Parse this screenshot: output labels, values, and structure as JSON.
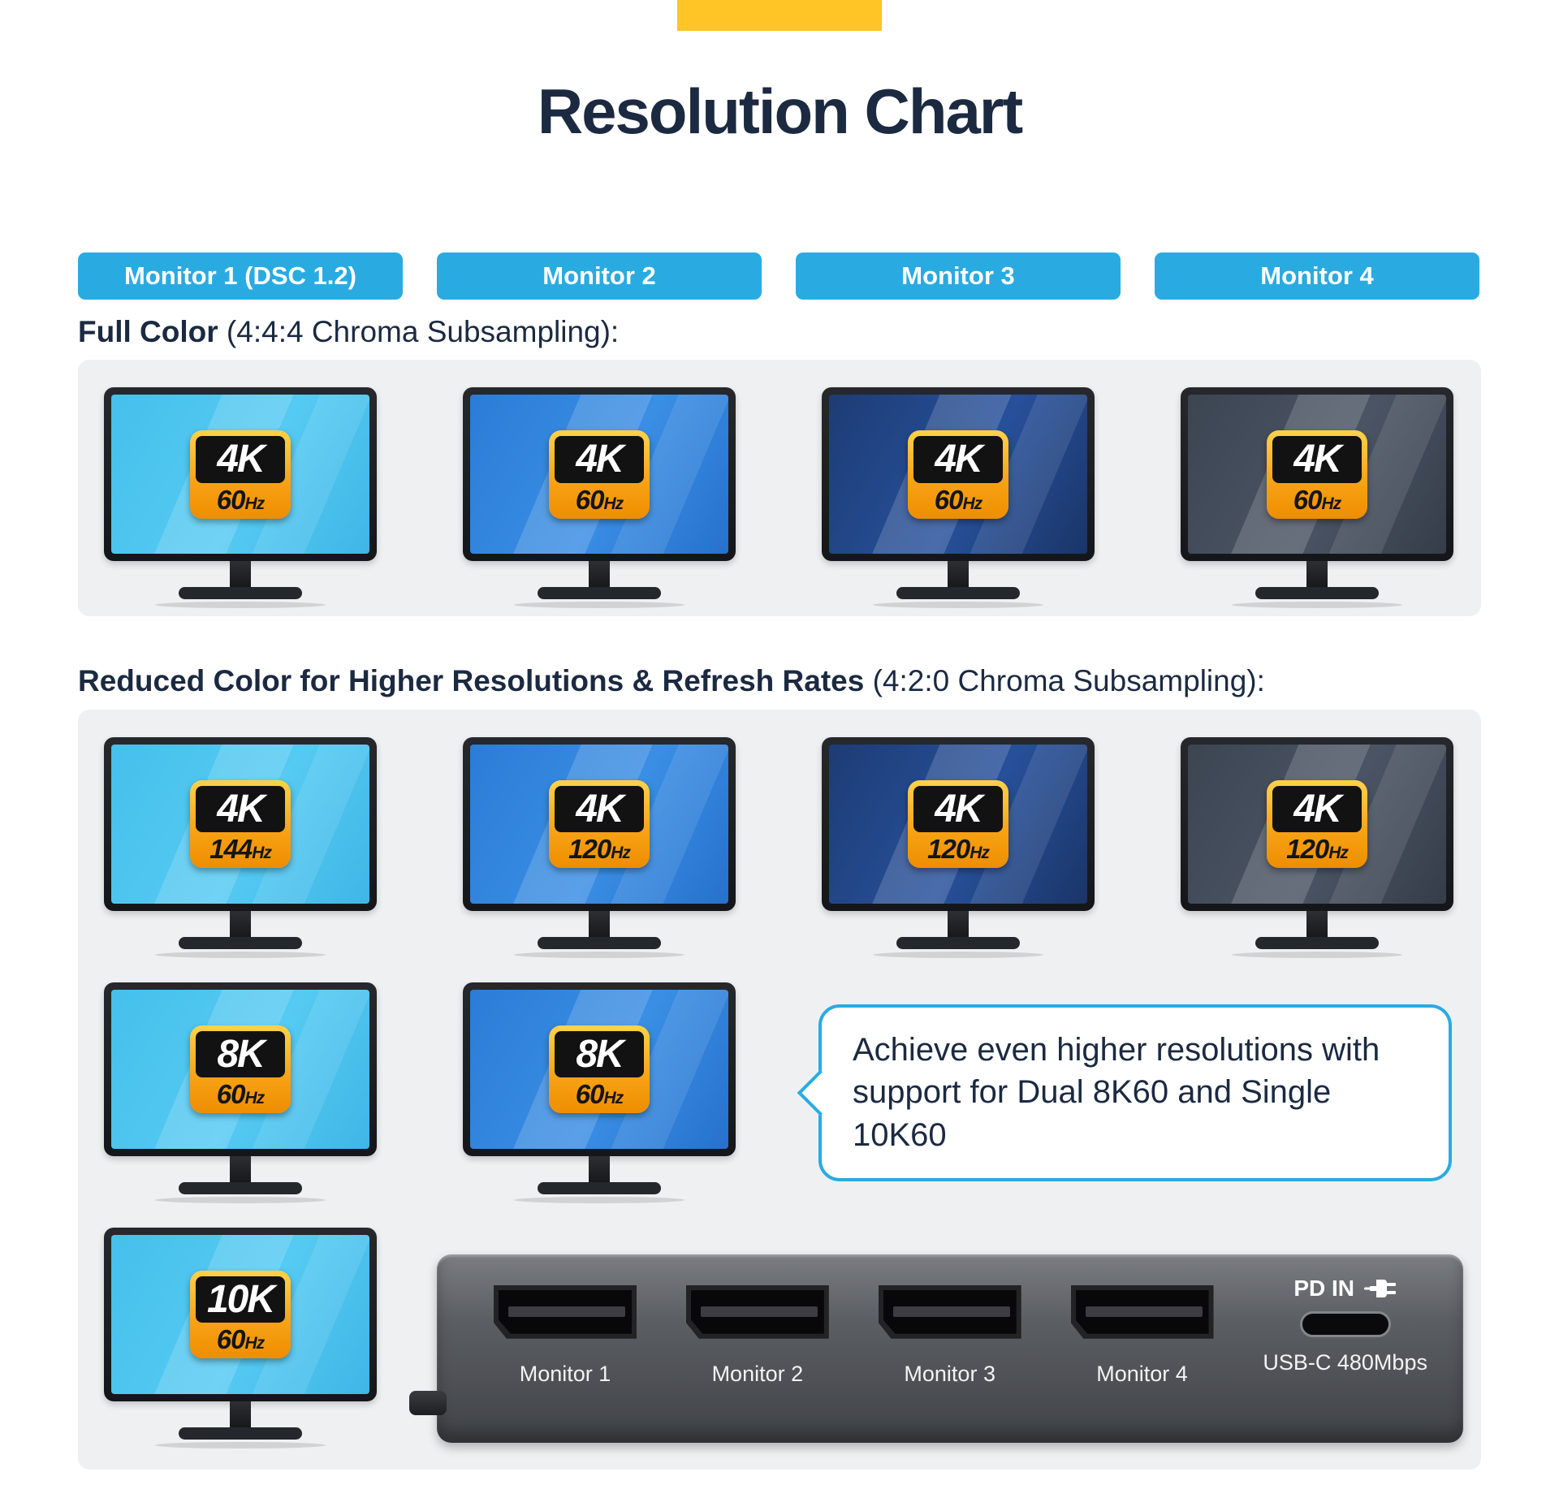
{
  "header": {
    "title": "Resolution Chart"
  },
  "tabs": [
    {
      "label": "Monitor 1 (DSC 1.2)"
    },
    {
      "label": "Monitor 2"
    },
    {
      "label": "Monitor 3"
    },
    {
      "label": "Monitor 4"
    }
  ],
  "full_color": {
    "label_bold": "Full Color",
    "label_rest": " (4:4:4 Chroma Subsampling):",
    "monitors": [
      {
        "res": "4K",
        "rate": "60",
        "unit": "Hz"
      },
      {
        "res": "4K",
        "rate": "60",
        "unit": "Hz"
      },
      {
        "res": "4K",
        "rate": "60",
        "unit": "Hz"
      },
      {
        "res": "4K",
        "rate": "60",
        "unit": "Hz"
      }
    ]
  },
  "reduced_color": {
    "label_bold": "Reduced Color for Higher Resolutions & Refresh Rates",
    "label_rest": "  (4:2:0 Chroma Subsampling):",
    "row1": [
      {
        "res": "4K",
        "rate": "144",
        "unit": "Hz"
      },
      {
        "res": "4K",
        "rate": "120",
        "unit": "Hz"
      },
      {
        "res": "4K",
        "rate": "120",
        "unit": "Hz"
      },
      {
        "res": "4K",
        "rate": "120",
        "unit": "Hz"
      }
    ],
    "row2": [
      {
        "res": "8K",
        "rate": "60",
        "unit": "Hz"
      },
      {
        "res": "8K",
        "rate": "60",
        "unit": "Hz"
      }
    ],
    "row3": [
      {
        "res": "10K",
        "rate": "60",
        "unit": "Hz"
      }
    ]
  },
  "callout": {
    "text": "Achieve even higher resolutions with support for Dual 8K60 and Single 10K60"
  },
  "dock": {
    "ports": [
      {
        "label": "Monitor 1"
      },
      {
        "label": "Monitor 2"
      },
      {
        "label": "Monitor 3"
      },
      {
        "label": "Monitor 4"
      }
    ],
    "pd_label": "PD IN",
    "usb_label": "USB-C 480Mbps"
  },
  "colors": {
    "accent_yellow": "#ffc425",
    "tab_blue": "#29abe2",
    "title_navy": "#1b2a41",
    "badge_orange": "#f7a114",
    "screen_cyan": "#45c0ec",
    "screen_blue": "#2b7cd6",
    "screen_navy": "#1d3c74",
    "screen_slate": "#3c4552",
    "band_gray": "#eef0f2"
  }
}
